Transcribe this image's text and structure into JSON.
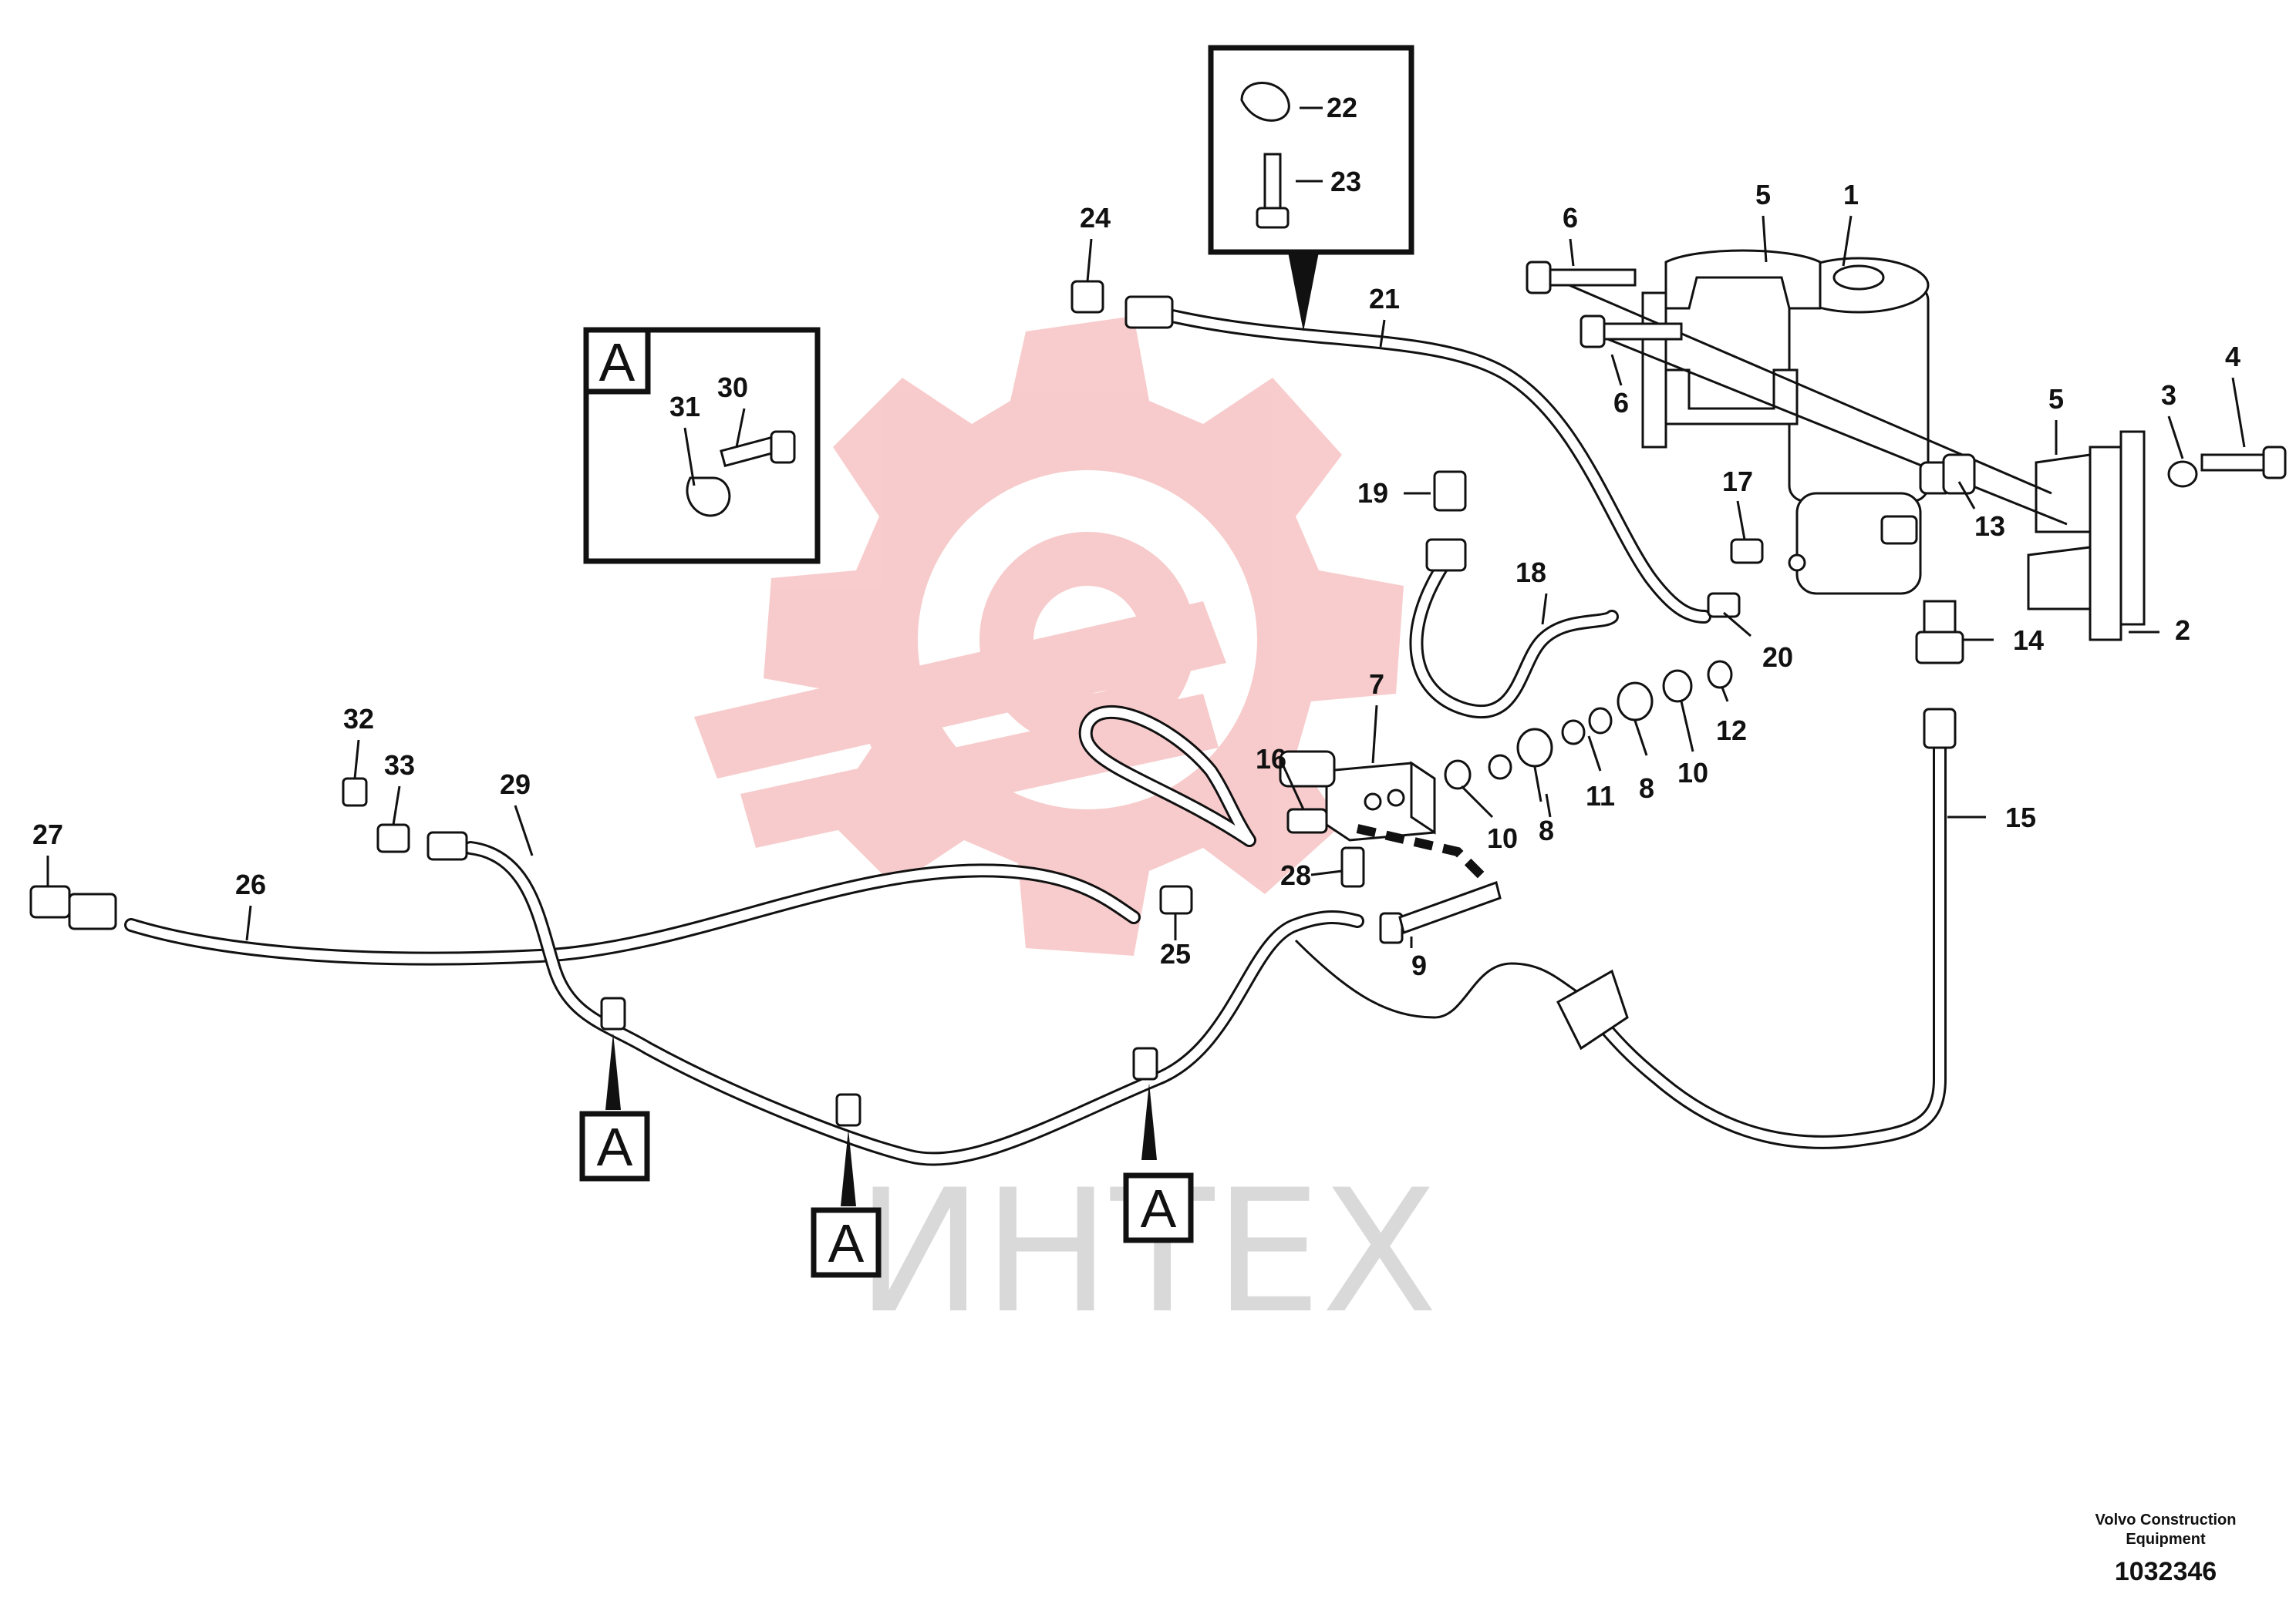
{
  "watermark": {
    "text": "ИНТЕХ",
    "logo_color": "#f7c6c6",
    "text_color": "#d9d9d9"
  },
  "detail_view_letter": "A",
  "parts": [
    {
      "id": "p1",
      "label": "1"
    },
    {
      "id": "p2",
      "label": "2"
    },
    {
      "id": "p3",
      "label": "3"
    },
    {
      "id": "p4",
      "label": "4"
    },
    {
      "id": "p5a",
      "label": "5"
    },
    {
      "id": "p5b",
      "label": "5"
    },
    {
      "id": "p6a",
      "label": "6"
    },
    {
      "id": "p6b",
      "label": "6"
    },
    {
      "id": "p7",
      "label": "7"
    },
    {
      "id": "p8a",
      "label": "8"
    },
    {
      "id": "p8b",
      "label": "8"
    },
    {
      "id": "p9",
      "label": "9"
    },
    {
      "id": "p10a",
      "label": "10"
    },
    {
      "id": "p10b",
      "label": "10"
    },
    {
      "id": "p11",
      "label": "11"
    },
    {
      "id": "p12",
      "label": "12"
    },
    {
      "id": "p13",
      "label": "13"
    },
    {
      "id": "p14",
      "label": "14"
    },
    {
      "id": "p15",
      "label": "15"
    },
    {
      "id": "p16",
      "label": "16"
    },
    {
      "id": "p17",
      "label": "17"
    },
    {
      "id": "p18",
      "label": "18"
    },
    {
      "id": "p19",
      "label": "19"
    },
    {
      "id": "p20",
      "label": "20"
    },
    {
      "id": "p21",
      "label": "21"
    },
    {
      "id": "p22",
      "label": "22"
    },
    {
      "id": "p23",
      "label": "23"
    },
    {
      "id": "p24",
      "label": "24"
    },
    {
      "id": "p25",
      "label": "25"
    },
    {
      "id": "p26",
      "label": "26"
    },
    {
      "id": "p27",
      "label": "27"
    },
    {
      "id": "p28",
      "label": "28"
    },
    {
      "id": "p29",
      "label": "29"
    },
    {
      "id": "p30",
      "label": "30"
    },
    {
      "id": "p31",
      "label": "31"
    },
    {
      "id": "p32",
      "label": "32"
    },
    {
      "id": "p33",
      "label": "33"
    }
  ],
  "footer": {
    "company_line1": "Volvo Construction",
    "company_line2": "Equipment",
    "drawing_number": "1032346"
  }
}
